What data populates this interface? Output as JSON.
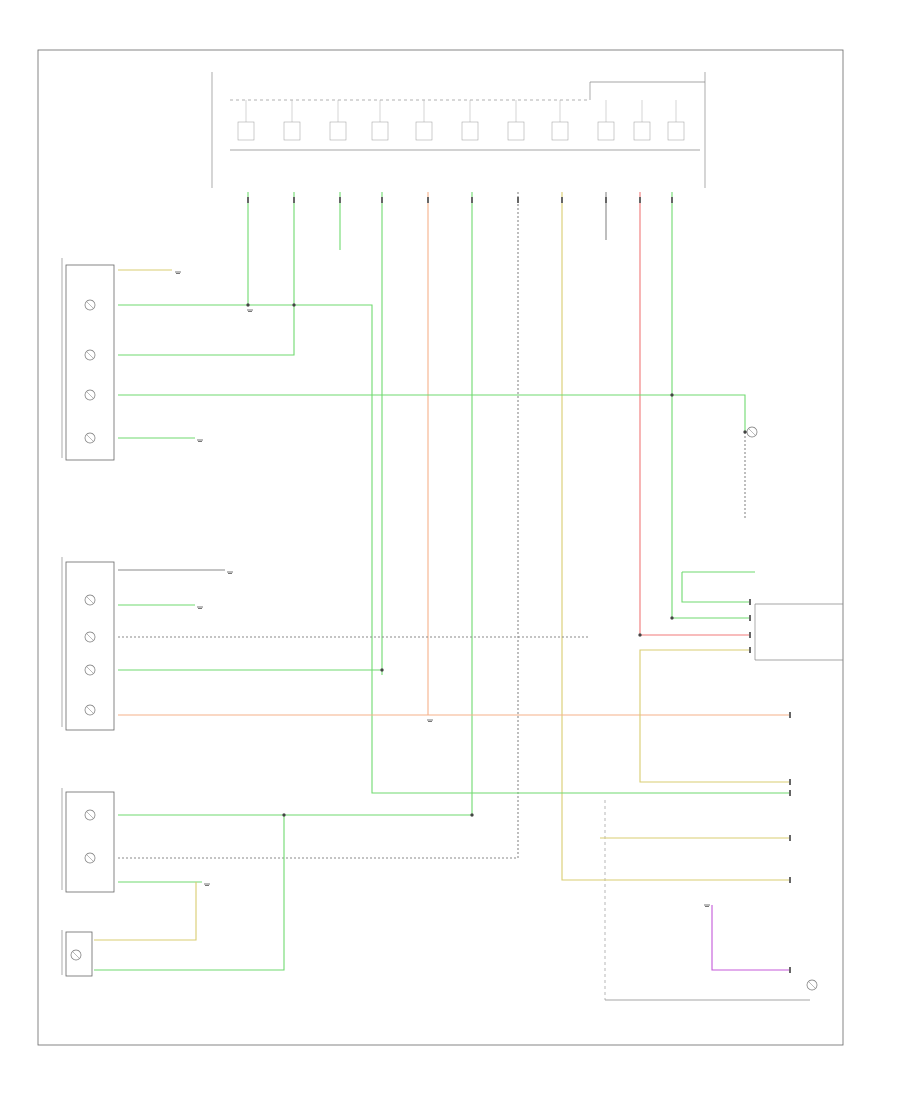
{
  "page_footer": "",
  "colors": {
    "green": "#6fda6f",
    "red": "#f07878",
    "orange": "#f5b08a",
    "yellow": "#d9cc70",
    "purple": "#c458d8",
    "gray": "#888888",
    "frame": "#666666"
  },
  "icons": [
    "lamp-bulb-icon",
    "ground-icon",
    "splice-icon",
    "connector-icon"
  ],
  "connectors": [
    {
      "name": "left-tail-lamp-assembly",
      "label": ""
    },
    {
      "name": "right-tail-lamp-assembly",
      "label": ""
    },
    {
      "name": "left-front-park-lamp",
      "label": ""
    },
    {
      "name": "right-front-park-lamp",
      "label": ""
    },
    {
      "name": "trailer-tow-module",
      "label": ""
    },
    {
      "name": "fuse-block",
      "label": ""
    },
    {
      "name": "license-lamp",
      "label": ""
    }
  ]
}
